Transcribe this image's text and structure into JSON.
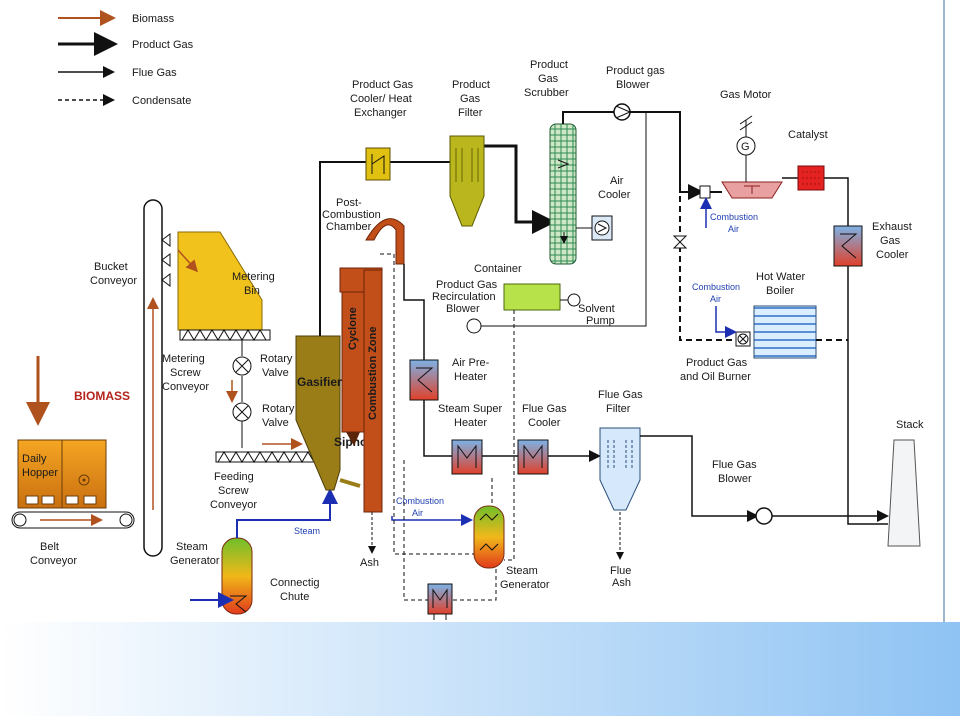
{
  "colors": {
    "biomass_arrow": "#b0521e",
    "line": "#111111",
    "blue_line": "#1c2fb3",
    "gasifier": "#9a7d17",
    "combustion_zone": "#c24e1a",
    "metering_bin": "#f1c21b",
    "filter": "#b9b61e",
    "catalyst": "#e52222",
    "band_light": "#ffffff",
    "band_blue": "#8fc3f3"
  },
  "legend": {
    "biomass": "Biomass",
    "product_gas": "Product Gas",
    "flue_gas": "Flue Gas",
    "condensate": "Condensate"
  },
  "labels": {
    "bucket_conveyor": [
      "Bucket",
      "Conveyor"
    ],
    "metering_bin": [
      "Metering",
      "Bin"
    ],
    "metering_screw_conveyor": [
      "Metering",
      "Screw",
      "Conveyor"
    ],
    "rotary_valve_1": [
      "Rotary",
      "Valve"
    ],
    "rotary_valve_2": [
      "Rotary",
      "Valve"
    ],
    "biomass": "BIOMASS",
    "daily_hopper": [
      "Daily",
      "Hopper"
    ],
    "belt_conveyor": [
      "Belt",
      "Conveyor"
    ],
    "feeding_screw_conveyor": [
      "Feeding",
      "Screw",
      "Conveyor"
    ],
    "steam_generator_left": [
      "Steam",
      "Generator"
    ],
    "steam_line": "Steam",
    "connecting_chute": [
      "Connectig",
      "Chute"
    ],
    "gasifier": "Gasifier",
    "siphon": "Siphon",
    "cyclone": "Cyclone",
    "combustion_zone": "Combustion Zone",
    "post_combustion_chamber": [
      "Post-",
      "Combustion",
      "Chamber"
    ],
    "ash": "Ash",
    "product_gas_cooler": [
      "Product Gas",
      "Cooler/ Heat",
      "Exchanger"
    ],
    "product_gas_filter": [
      "Product",
      "Gas",
      "Filter"
    ],
    "product_gas_scrubber": [
      "Product",
      "Gas",
      "Scrubber"
    ],
    "product_gas_blower": [
      "Product gas",
      "Blower"
    ],
    "air_cooler": [
      "Air",
      "Cooler"
    ],
    "container": "Container",
    "recirculation_blower": [
      "Product Gas",
      "Recirculation",
      "Blower"
    ],
    "solvent_pump": [
      "Solvent",
      "Pump"
    ],
    "air_preheater": [
      "Air Pre-",
      "Heater"
    ],
    "steam_super_heater": [
      "Steam Super",
      "Heater"
    ],
    "flue_gas_cooler": [
      "Flue Gas",
      "Cooler"
    ],
    "flue_gas_filter": [
      "Flue Gas",
      "Filter"
    ],
    "flue_ash": [
      "Flue",
      "Ash"
    ],
    "combustion_air_lower": [
      "Combustion",
      "Air"
    ],
    "steam_generator_right": [
      "Steam",
      "Generator"
    ],
    "gas_motor": "Gas Motor",
    "generator_symbol": "G",
    "catalyst": "Catalyst",
    "combustion_air_motor": [
      "Combustion",
      "Air"
    ],
    "exhaust_gas_cooler": [
      "Exhaust",
      "Gas",
      "Cooler"
    ],
    "hot_water_boiler": [
      "Hot Water",
      "Boiler"
    ],
    "combustion_air_boiler": [
      "Combustion",
      "Air"
    ],
    "burner": [
      "Product Gas",
      "and Oil Burner"
    ],
    "flue_gas_blower": [
      "Flue Gas",
      "Blower"
    ],
    "stack": "Stack"
  }
}
